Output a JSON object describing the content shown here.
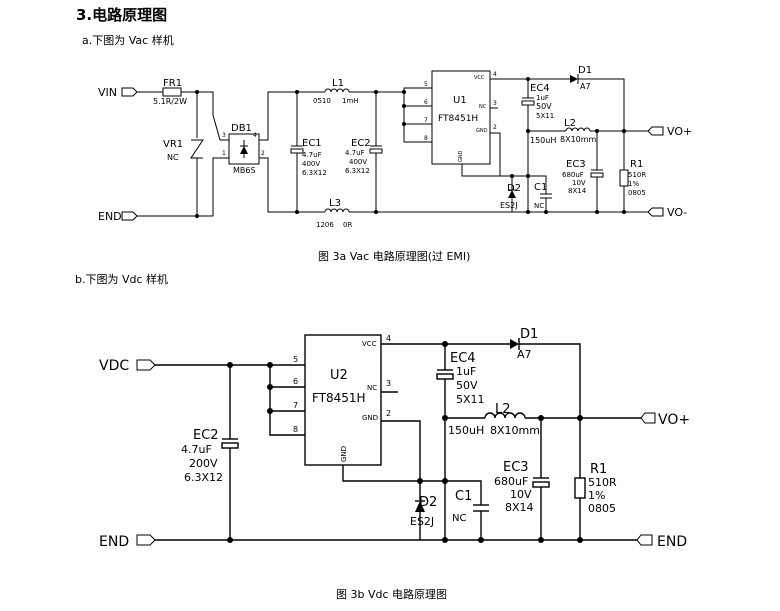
{
  "section_title": "3.电路原理图",
  "sub_a": "a.下图为 Vac 样机",
  "sub_b": "b.下图为 Vdc 样机",
  "caption_a": "图 3a Vac 电路原理图(过 EMI)",
  "caption_b": "图 3b Vdc 电路原理图",
  "a": {
    "vin": "VIN",
    "end_left": "END",
    "fr1": "FR1",
    "fr1_val": "5.1R/2W",
    "vr1": "VR1",
    "vr1_val": "NC",
    "db1": "DB1",
    "db1_val": "MB6S",
    "db1_pin1": "1",
    "db1_pin2": "2",
    "db1_pin3": "3",
    "db1_pin4": "4",
    "l1": "L1",
    "l1_val1": "0510",
    "l1_val2": "1mH",
    "ec1": "EC1",
    "ec1_v1": "4.7uF",
    "ec1_v2": "400V",
    "ec1_v3": "6.3X12",
    "ec2": "EC2",
    "ec2_v1": "4.7uF",
    "ec2_v2": "400V",
    "ec2_v3": "6.3X12",
    "l3": "L3",
    "l3_val1": "1206",
    "l3_val2": "0R",
    "u1": "U1",
    "u1_part": "FT8451H",
    "pin5": "5",
    "pin6": "6",
    "pin7": "7",
    "pin8": "8",
    "pin_vcc": "VCC",
    "pin4": "4",
    "pin_nc": "NC",
    "pin3": "3",
    "pin_gnd": "GND",
    "pin2": "2",
    "pin_gnd_b": "GND",
    "ec4": "EC4",
    "ec4_v1": "1uF",
    "ec4_v2": "50V",
    "ec4_v3": "5X11",
    "d1": "D1",
    "d1_val": "A7",
    "l2": "L2",
    "l2_val": "8X10mm",
    "l2_ind": "150uH",
    "ec3": "EC3",
    "ec3_v1": "680uF",
    "ec3_v2": "10V",
    "ec3_v3": "8X14",
    "r1": "R1",
    "r1_v1": "510R",
    "r1_v2": "1%",
    "r1_v3": "0805",
    "d2": "D2",
    "d2_val": "ES2J",
    "c1": "C1",
    "c1_val": "NC",
    "vo_plus": "VO+",
    "vo_minus": "VO-"
  },
  "b": {
    "vdc": "VDC",
    "end_left": "END",
    "end_right": "END",
    "ec2": "EC2",
    "ec2_v1": "4.7uF",
    "ec2_v2": "200V",
    "ec2_v3": "6.3X12",
    "u2": "U2",
    "u2_part": "FT8451H",
    "pin5": "5",
    "pin6": "6",
    "pin7": "7",
    "pin8": "8",
    "pin_vcc": "VCC",
    "pin4": "4",
    "pin_nc": "NC",
    "pin3": "3",
    "pin_gnd": "GND",
    "pin2": "2",
    "pin_gnd_b": "GND",
    "ec4": "EC4",
    "ec4_v1": "1uF",
    "ec4_v2": "50V",
    "ec4_v3": "5X11",
    "d1": "D1",
    "d1_val": "A7",
    "l2": "L2",
    "l2_val": "8X10mm",
    "l2_ind": "150uH",
    "ec3": "EC3",
    "ec3_v1": "680uF",
    "ec3_v2": "10V",
    "ec3_v3": "8X14",
    "r1": "R1",
    "r1_v1": "510R",
    "r1_v2": "1%",
    "r1_v3": "0805",
    "d2": "D2",
    "d2_val": "ES2J",
    "c1": "C1",
    "c1_val": "NC",
    "vo_plus": "VO+"
  }
}
